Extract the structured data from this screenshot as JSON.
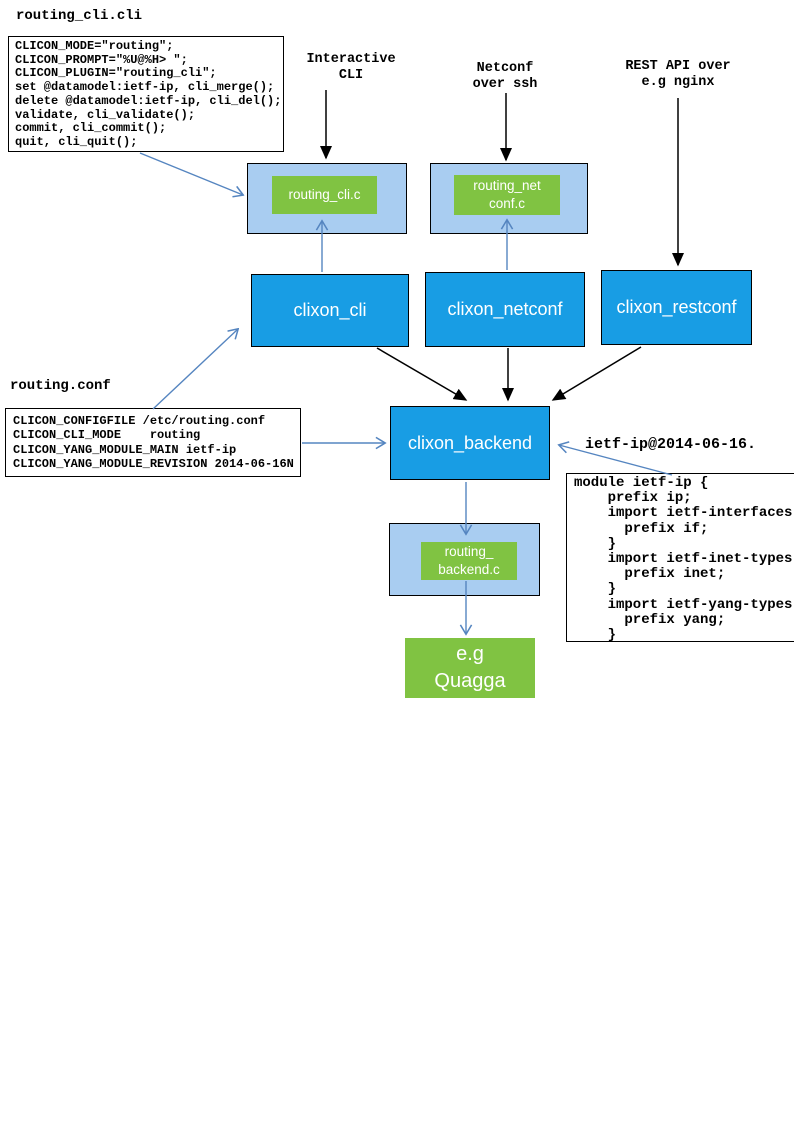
{
  "files": {
    "cli": {
      "title": "routing_cli.cli",
      "code": [
        "CLICON_MODE=\"routing\";",
        "CLICON_PROMPT=\"%U@%H> \";",
        "CLICON_PLUGIN=\"routing_cli\";",
        "set @datamodel:ietf-ip, cli_merge();",
        "delete @datamodel:ietf-ip, cli_del();",
        "validate, cli_validate();",
        "commit, cli_commit();",
        "quit, cli_quit();"
      ]
    },
    "conf": {
      "title": "routing.conf",
      "code": [
        "CLICON_CONFIGFILE /etc/routing.conf",
        "CLICON_CLI_MODE    routing",
        "CLICON_YANG_MODULE_MAIN ietf-ip",
        "CLICON_YANG_MODULE_REVISION 2014-06-16N"
      ]
    },
    "yang": {
      "label": "ietf-ip@2014-06-16.",
      "code": [
        "module ietf-ip {",
        "    prefix ip;",
        "    import ietf-interfaces {",
        "      prefix if;",
        "    }",
        "    import ietf-inet-types {",
        "      prefix inet;",
        "    }",
        "    import ietf-yang-types {",
        "      prefix yang;",
        "    }"
      ]
    }
  },
  "labels": {
    "interactive": [
      "Interactive",
      "CLI"
    ],
    "netconf": [
      "Netconf",
      "over ssh"
    ],
    "restapi": [
      "REST API over",
      "e.g nginx"
    ]
  },
  "nodes": {
    "routing_cli_plugin": "routing_cli.c",
    "routing_netconf_plugin": [
      "routing_net",
      "conf.c"
    ],
    "clixon_cli": "clixon_cli",
    "clixon_netconf": "clixon_netconf",
    "clixon_restconf": "clixon_restconf",
    "clixon_backend": "clixon_backend",
    "routing_backend_plugin": [
      "routing_",
      "backend.c"
    ],
    "quagga": [
      "e.g",
      "Quagga"
    ]
  },
  "colors": {
    "node_blue": "#189de4",
    "container_blue": "#a9cdf1",
    "plugin_green": "#80c342",
    "arrow_blue": "#5585c0",
    "arrow_black": "#000000"
  }
}
